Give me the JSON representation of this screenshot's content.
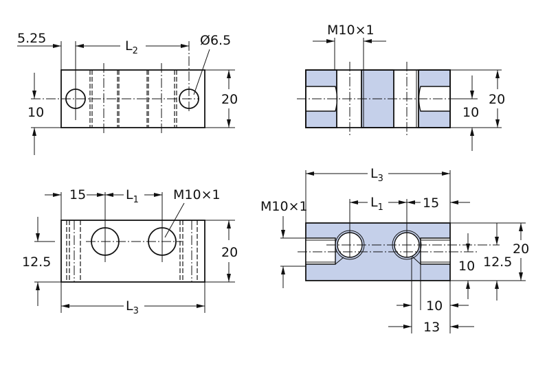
{
  "colors": {
    "fill": "#c5d0ea",
    "line": "#111111"
  },
  "view_top_left": {
    "offset": "5.25",
    "l2": {
      "main": "L",
      "sub": "2"
    },
    "diameter": "Ø6.5",
    "height": "20",
    "center_height": "10"
  },
  "view_top_right": {
    "thread": "M10×1",
    "center_height": "10",
    "height": "20"
  },
  "view_bottom_left": {
    "edge": "15",
    "l1": {
      "main": "L",
      "sub": "1"
    },
    "thread": "M10×1",
    "center_height": "12.5",
    "height": "20",
    "l3": {
      "main": "L",
      "sub": "3"
    }
  },
  "view_bottom_right": {
    "l3": {
      "main": "L",
      "sub": "3"
    },
    "l1": {
      "main": "L",
      "sub": "1"
    },
    "edge": "15",
    "thread": "M10×1",
    "bore_height": "10",
    "hole_height": "12.5",
    "height": "20",
    "depth_10": "10",
    "depth_13": "13"
  }
}
